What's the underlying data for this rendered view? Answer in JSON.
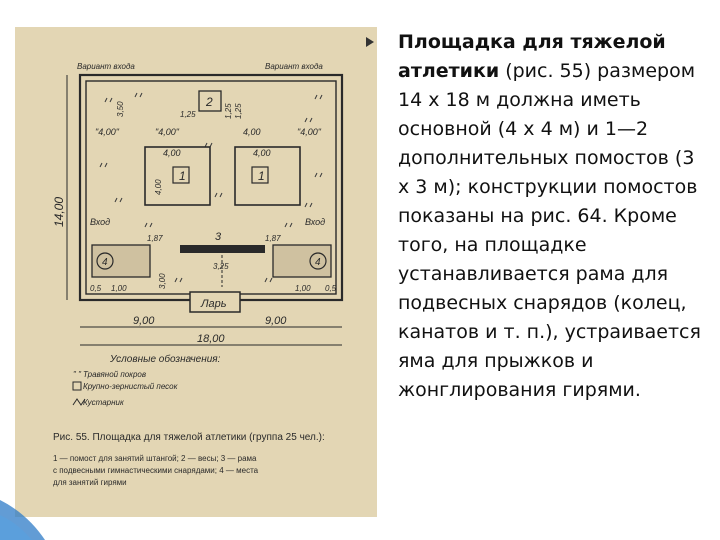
{
  "figure": {
    "variant_entrance_left": "Вариант входа",
    "variant_entrance_right": "Вариант входа",
    "entrance_left": "Вход",
    "entrance_right": "Вход",
    "dim_350": "3,50",
    "dim_125_top": "1,25",
    "dim_125_right": "1,25",
    "dim_125_far": "1,25",
    "dim_num_2": "2",
    "dim_400_a": "\"4,00\"",
    "dim_400_b": "\"4,00\"",
    "dim_400_c": "4,00",
    "dim_400_d": "\"4,00\"",
    "dim_400_e": "4,00",
    "dim_400_f": "4,00",
    "dim_400_vert": "4,00",
    "dim_1400": "14,00",
    "dim_187_left": "1,87",
    "dim_187_right": "1,87",
    "dim_num_3": "3",
    "dim_325": "3,25",
    "dim_300": "3,00",
    "dim_100_left": "1,00",
    "dim_100_right": "1,00",
    "dim_05_left": "0,5",
    "dim_05_right": "0,5",
    "dim_900_left": "9,00",
    "dim_900_right": "9,00",
    "dim_1800": "18,00",
    "platform_num_1": "1",
    "box_label": "Ларь",
    "legend_title": "Условные обозначения:",
    "legend_grass": "Травяной покров",
    "legend_sand": "Крупно-зернистый песок",
    "legend_bush": "Кустарник",
    "caption_title": "Рис. 55. Площадка для тяжелой атлетики (группа 25 чел.):",
    "caption_line1": "1 — помост для занятий штангой; 2 — весы; 3 — рама",
    "caption_line2": "с подвесными гимнастическими снарядами; 4 — места",
    "caption_line3": "для занятий гирями"
  },
  "text": {
    "title": "Площадка для тяжелой атлетики",
    "body": " (рис. 55) размером 14 х 18 м должна иметь основной (4 х 4 м) и 1—2 дополнительных помостов (3 х 3 м); конструкции помостов показаны на рис. 64. Кроме того, на площадке устанавливается рама для подвесных снарядов (колец, канатов и т. п.), устраивается яма для прыжков и жонглирования гирями."
  },
  "colors": {
    "paper": "#e3d6b4",
    "ink": "#2a2a2a",
    "accent_blue": "#2e7bc7"
  }
}
